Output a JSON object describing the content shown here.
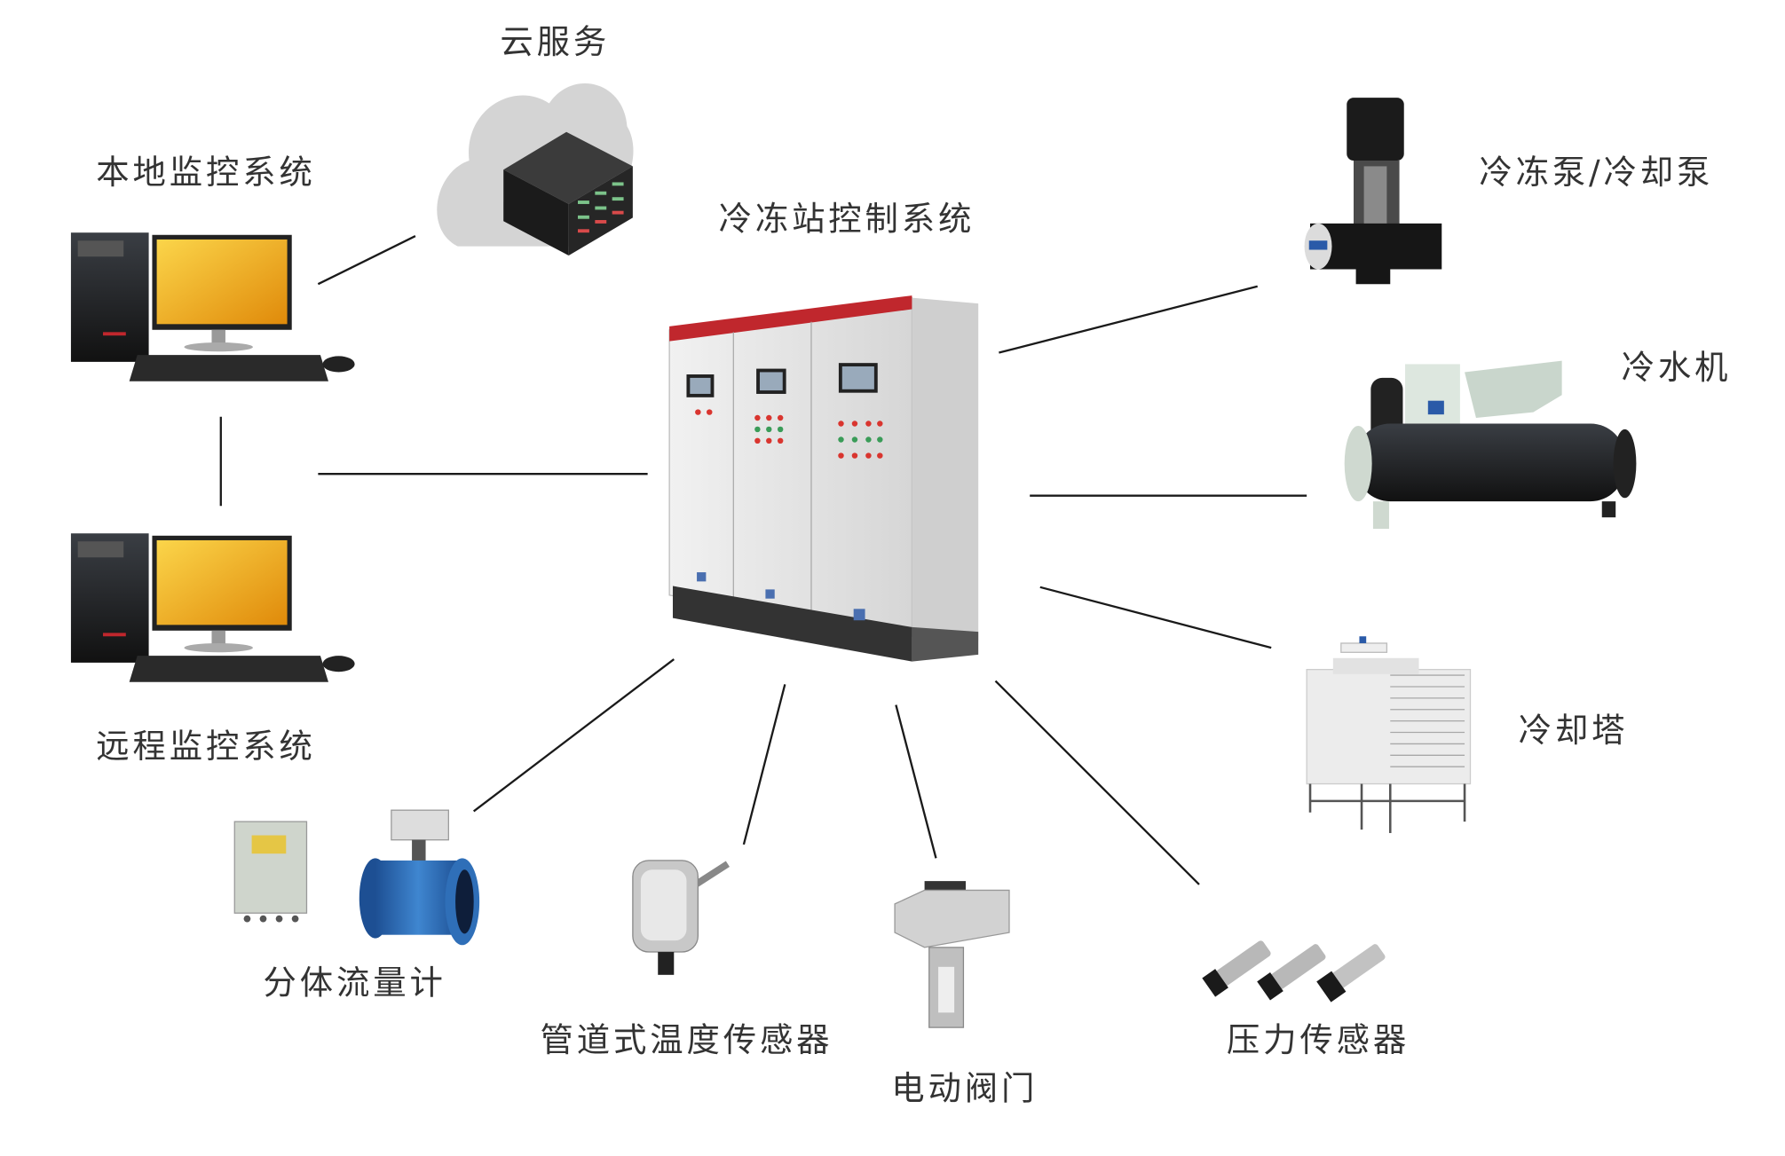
{
  "labels": {
    "cloud": "云服务",
    "local_monitor": "本地监控系统",
    "control_system": "冷冻站控制系统",
    "pump": "冷冻泵/冷却泵",
    "chiller": "冷水机",
    "cooling_tower": "冷却塔",
    "remote_monitor": "远程监控系统",
    "flow_meter": "分体流量计",
    "temp_sensor": "管道式温度传感器",
    "valve": "电动阀门",
    "pressure_sensor": "压力传感器"
  },
  "colors": {
    "cabinet_top": "#c0272d",
    "screen": "#f2b21b",
    "flow_meter_body": "#2f6fb8",
    "chiller_body": "#1f2226"
  }
}
